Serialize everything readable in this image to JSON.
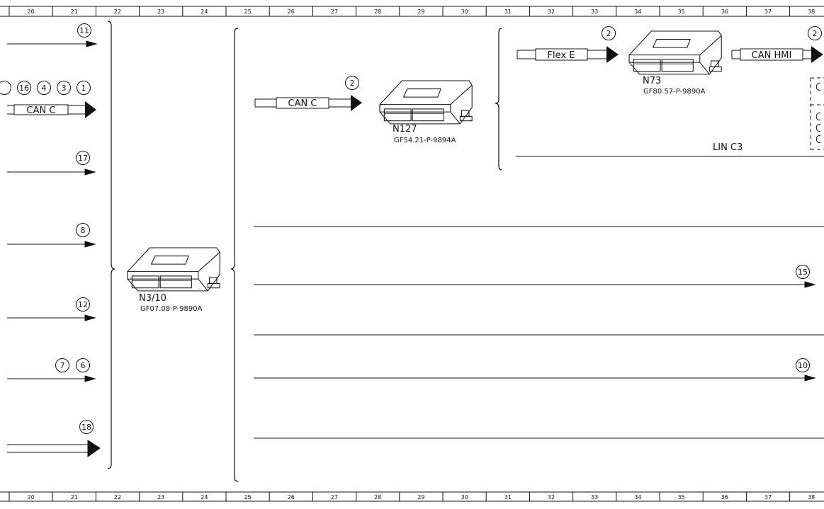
{
  "ruler": {
    "numbers": [
      "20",
      "21",
      "22",
      "23",
      "24",
      "25",
      "26",
      "27",
      "28",
      "29",
      "30",
      "31",
      "32",
      "33",
      "34",
      "35",
      "36",
      "37",
      "38"
    ]
  },
  "left_refs": [
    "11",
    "16",
    "4",
    "3",
    "1",
    "17",
    "8",
    "12",
    "7",
    "6",
    "18"
  ],
  "buses": {
    "can_c_left": "CAN C",
    "can_c": "CAN C",
    "flex_e": "Flex E",
    "can_hmi": "CAN HMI",
    "lin_c3": "LIN C3"
  },
  "modules": {
    "n3_10": {
      "name": "N3/10",
      "ref": "GF07.08-P-9890A"
    },
    "n127": {
      "name": "N127",
      "ref": "GF54.21-P-9894A"
    },
    "n73": {
      "name": "N73",
      "ref": "GF80.57-P-9890A"
    }
  },
  "arrow_refs": {
    "can_c": "2",
    "flex_e": "2",
    "can_hmi": "2",
    "line_15": "15",
    "line_10": "10"
  }
}
